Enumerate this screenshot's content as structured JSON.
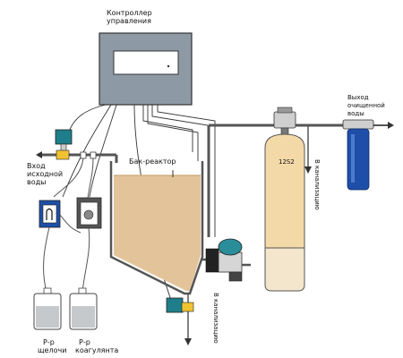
{
  "controller": {
    "line1": "Контроллер",
    "line2": "управления"
  },
  "inlet": {
    "line1": "Вход",
    "line2": "исходной",
    "line3": "воды"
  },
  "reactor": {
    "label": "Бак-реактор"
  },
  "filter": {
    "model": "12S2"
  },
  "outlet": {
    "line1": "Выход",
    "line2": "очищенной",
    "line3": "воды"
  },
  "drain_label": "В канализацию",
  "alkali": {
    "line1": "Р-р",
    "line2": "щелочи"
  },
  "coagulant": {
    "line1": "Р-р",
    "line2": "коагулянта"
  },
  "colors": {
    "controller": "#8d9aa5",
    "tank_fill": "#e3c49a",
    "filter_body": "#f4d9a8",
    "filter_bottom": "#f3e6cc",
    "valve_teal": "#1e7f8a",
    "pump_teal": "#2a8e9a",
    "cartridge_blue": "#1e4fa8",
    "pipe": "#555555"
  }
}
